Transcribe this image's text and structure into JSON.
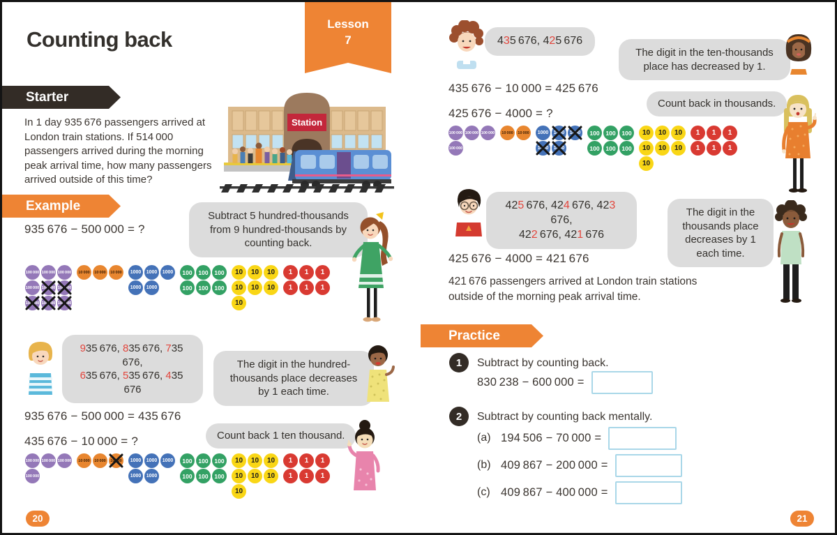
{
  "colors": {
    "orange": "#EE8434",
    "banner_dark": "#332C26",
    "bubble_gray": "#DCDCDC",
    "red_digit": "#E2453C",
    "box_border": "#A9D7E8",
    "text": "#3B3530",
    "counter_purple": "#9478B8",
    "counter_orange": "#E8862F",
    "counter_blue": "#4472B8",
    "counter_green": "#33A164",
    "counter_yellow": "#F9D616",
    "counter_red": "#D93A32"
  },
  "lesson_tab": {
    "label": "Lesson",
    "number": "7"
  },
  "left": {
    "title": "Counting back",
    "starter_banner": "Starter",
    "starter_text": "In 1 day 935 676 passengers arrived at London train stations. If 514 000 passengers arrived during the morning peak arrival time, how many passengers arrived outside of this time?",
    "station_sign": "Station",
    "example_banner": "Example",
    "eq_q1": "935 676 − 500 000 = ?",
    "bubble_subtract": "Subtract 5 hundred-thousands from 9 hundred-thousands by counting back.",
    "bubble_digit_ht": "The digit in the hundred-thousands place decreases by 1 each time.",
    "eq_a1": "935 676 − 500 000 = 435 676",
    "eq_q2": "435 676 − 10 000 = ?",
    "bubble_count_tt": "Count back 1 ten thousand.",
    "page_number": "20"
  },
  "right": {
    "bubble_digit_tt": "The digit in the ten-thousands place has decreased by 1.",
    "eq_a2": "435 676 − 10 000 = 425 676",
    "eq_q3": "425 676 − 4000 = ?",
    "bubble_count_th": "Count back in thousands.",
    "bubble_digit_th": "The digit in the thousands place decreases by 1 each time.",
    "eq_a3": "425 676 − 4000 = 421 676",
    "conclusion": "421 676 passengers arrived at London train stations outside of the morning peak arrival time.",
    "practice_banner": "Practice",
    "q1": {
      "num": "1",
      "text": "Subtract by counting back.",
      "eq": "830 238 − 600 000 ="
    },
    "q2": {
      "num": "2",
      "text": "Subtract by counting back mentally.",
      "parts": [
        {
          "label": "(a)",
          "eq": "194 506 − 70 000 ="
        },
        {
          "label": "(b)",
          "eq": "409 867 − 200 000 ="
        },
        {
          "label": "(c)",
          "eq": "409 867 − 400 000 ="
        }
      ]
    },
    "page_number": "21"
  },
  "sequences": {
    "seq_hundred_thousands": [
      {
        "t": "9",
        "red": true
      },
      {
        "t": "35 676, "
      },
      {
        "t": "8",
        "red": true
      },
      {
        "t": "35 676, "
      },
      {
        "t": "7",
        "red": true
      },
      {
        "t": "35 676,",
        "br": true
      },
      {
        "t": "6",
        "red": true
      },
      {
        "t": "35 676, "
      },
      {
        "t": "5",
        "red": true
      },
      {
        "t": "35 676, "
      },
      {
        "t": "4",
        "red": true
      },
      {
        "t": "35 676"
      }
    ],
    "seq_ten_thousands": [
      {
        "t": "4"
      },
      {
        "t": "3",
        "red": true
      },
      {
        "t": "5 676, 4"
      },
      {
        "t": "2",
        "red": true
      },
      {
        "t": "5 676"
      }
    ],
    "seq_thousands": [
      {
        "t": "42"
      },
      {
        "t": "5",
        "red": true
      },
      {
        "t": " 676, 42"
      },
      {
        "t": "4",
        "red": true
      },
      {
        "t": " 676, 42"
      },
      {
        "t": "3",
        "red": true
      },
      {
        "t": " 676,",
        "br": true
      },
      {
        "t": "42"
      },
      {
        "t": "2",
        "red": true
      },
      {
        "t": " 676, 42"
      },
      {
        "t": "1",
        "red": true
      },
      {
        "t": " 676"
      }
    ]
  },
  "counters": {
    "legend": {
      "P": "100 000",
      "O": "10 000",
      "B": "1000",
      "G": "100",
      "Y": "10",
      "R": "1"
    },
    "grid1": [
      [
        "P",
        "P",
        "P",
        "|",
        "O",
        "O",
        "O",
        "|",
        "B",
        "B",
        "B",
        "|",
        "G",
        "G",
        "G",
        "|",
        "Y",
        "Y",
        "Y",
        "|",
        "R",
        "R",
        "R"
      ],
      [
        "P",
        "PX",
        "PX",
        "|",
        ".",
        ".",
        ".",
        "|",
        "B",
        "B",
        ".",
        "|",
        "G",
        "G",
        "G",
        "|",
        "Y",
        "Y",
        "Y",
        "|",
        "R",
        "R",
        "R"
      ],
      [
        "PX",
        "PX",
        "PX",
        "|",
        ".",
        ".",
        ".",
        "|",
        ".",
        ".",
        ".",
        "|",
        ".",
        ".",
        ".",
        "|",
        "Y"
      ]
    ],
    "grid2": [
      [
        "P",
        "P",
        "P",
        "|",
        "O",
        "O",
        "OX",
        "|",
        "B",
        "B",
        "B",
        "|",
        "G",
        "G",
        "G",
        "|",
        "Y",
        "Y",
        "Y",
        "|",
        "R",
        "R",
        "R"
      ],
      [
        "P",
        ".",
        ".",
        "|",
        ".",
        ".",
        ".",
        "|",
        "B",
        "B",
        ".",
        "|",
        "G",
        "G",
        "G",
        "|",
        "Y",
        "Y",
        "Y",
        "|",
        "R",
        "R",
        "R"
      ],
      [
        ".",
        ".",
        ".",
        "|",
        ".",
        ".",
        ".",
        "|",
        ".",
        ".",
        ".",
        "|",
        ".",
        ".",
        ".",
        "|",
        "Y"
      ]
    ],
    "grid3": [
      [
        "P",
        "P",
        "P",
        "|",
        "O",
        "O",
        "|",
        "B",
        "BX",
        "BX",
        "|",
        "G",
        "G",
        "G",
        "|",
        "Y",
        "Y",
        "Y",
        "|",
        "R",
        "R",
        "R"
      ],
      [
        "P",
        ".",
        ".",
        "|",
        ".",
        ".",
        "|",
        "BX",
        "BX",
        ".",
        "|",
        "G",
        "G",
        "G",
        "|",
        "Y",
        "Y",
        "Y",
        "|",
        "R",
        "R",
        "R"
      ],
      [
        ".",
        ".",
        ".",
        "|",
        ".",
        ".",
        "|",
        ".",
        ".",
        ".",
        "|",
        ".",
        ".",
        ".",
        "|",
        "Y"
      ]
    ]
  }
}
